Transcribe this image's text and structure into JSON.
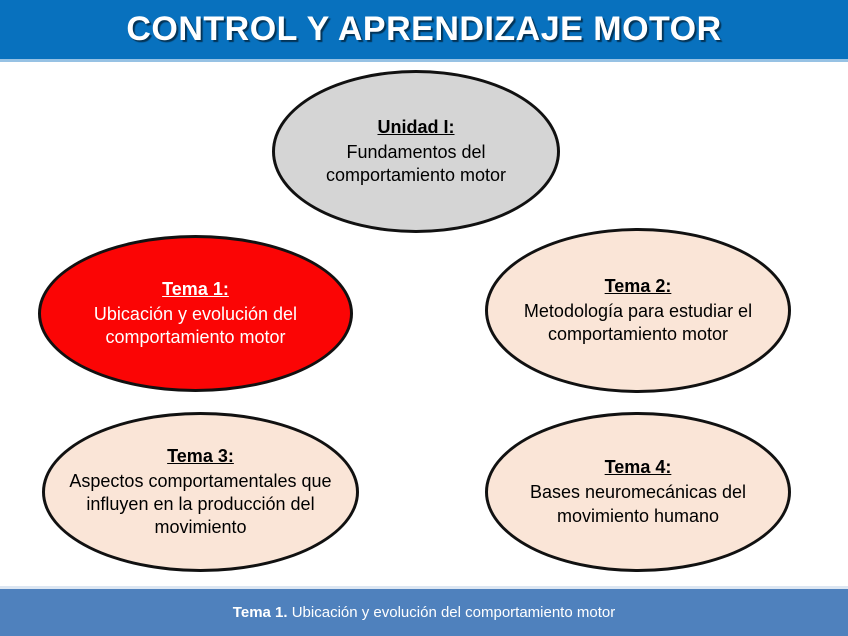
{
  "header": {
    "title": "CONTROL Y APRENDIZAJE MOTOR",
    "bg_color": "#0871BE",
    "text_color": "#FFFFFF"
  },
  "diagram": {
    "nodes": [
      {
        "id": "unidad-1",
        "title": "Unidad I:",
        "body": "Fundamentos del comportamiento motor",
        "fill_color": "#D5D5D5",
        "text_color": "#000000",
        "border_color": "#111111",
        "shape": "ellipse"
      },
      {
        "id": "tema-1",
        "title": "Tema 1:",
        "body": "Ubicación y evolución del comportamiento motor",
        "fill_color": "#FB0505",
        "text_color": "#FFFFFF",
        "border_color": "#111111",
        "shape": "ellipse"
      },
      {
        "id": "tema-2",
        "title": "Tema 2:",
        "body": "Metodología para estudiar el comportamiento motor",
        "fill_color": "#FAE5D7",
        "text_color": "#000000",
        "border_color": "#111111",
        "shape": "ellipse"
      },
      {
        "id": "tema-3",
        "title": "Tema 3:",
        "body": "Aspectos comportamentales que influyen en la producción del movimiento",
        "fill_color": "#FAE5D7",
        "text_color": "#000000",
        "border_color": "#111111",
        "shape": "ellipse"
      },
      {
        "id": "tema-4",
        "title": "Tema 4:",
        "body": "Bases neuromecánicas del movimiento humano",
        "fill_color": "#FAE5D7",
        "text_color": "#000000",
        "border_color": "#111111",
        "shape": "ellipse"
      }
    ]
  },
  "footer": {
    "label_strong": "Tema 1.",
    "label_rest": " Ubicación y evolución del comportamiento motor",
    "bg_color": "#4F81BD",
    "text_color": "#FFFFFF"
  }
}
